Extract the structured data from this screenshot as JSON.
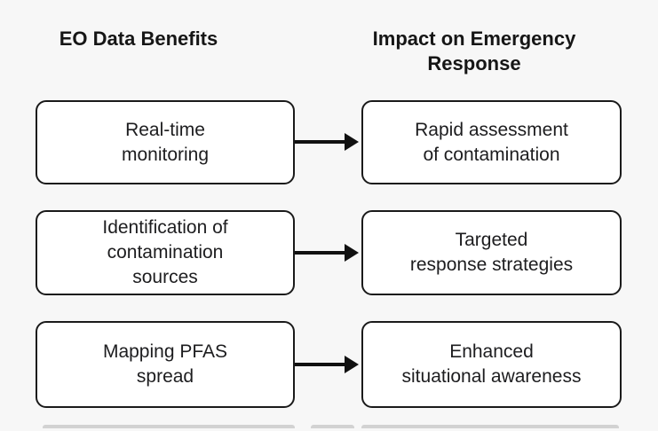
{
  "diagram": {
    "left_column_header": "EO Data Benefits",
    "right_column_header_lines": [
      "Impact on Emergency",
      "Response"
    ],
    "rows": [
      {
        "benefit": [
          "Real-time",
          "monitoring"
        ],
        "impact": [
          "Rapid assessment",
          "of contamination"
        ]
      },
      {
        "benefit": [
          "Identification of",
          "contamination",
          "sources"
        ],
        "impact": [
          "Targeted",
          "response strategies"
        ]
      },
      {
        "benefit": [
          "Mapping PFAS",
          "spread"
        ],
        "impact": [
          "Enhanced",
          "situational awareness"
        ]
      }
    ],
    "colors": {
      "background": "#f7f7f7",
      "box_fill": "#ffffff",
      "box_border": "#1a1a1a",
      "text": "#1d1d1f",
      "arrow": "#111111",
      "cutoff_line": "#d2d2d2"
    }
  }
}
